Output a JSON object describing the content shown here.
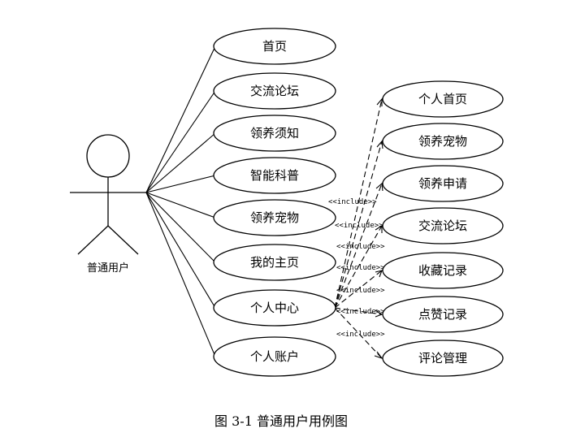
{
  "actor": {
    "label": "普通用户"
  },
  "main_use_cases": [
    {
      "label": "首页"
    },
    {
      "label": "交流论坛"
    },
    {
      "label": "领养须知"
    },
    {
      "label": "智能科普"
    },
    {
      "label": "领养宠物"
    },
    {
      "label": "我的主页"
    },
    {
      "label": "个人中心"
    },
    {
      "label": "个人账户"
    }
  ],
  "included_use_cases": [
    {
      "label": "个人首页"
    },
    {
      "label": "领养宠物"
    },
    {
      "label": "领养申请"
    },
    {
      "label": "交流论坛"
    },
    {
      "label": "收藏记录"
    },
    {
      "label": "点赞记录"
    },
    {
      "label": "评论管理"
    }
  ],
  "include_stereotype": "<<include>>",
  "caption": "图 3-1 普通用户用例图"
}
